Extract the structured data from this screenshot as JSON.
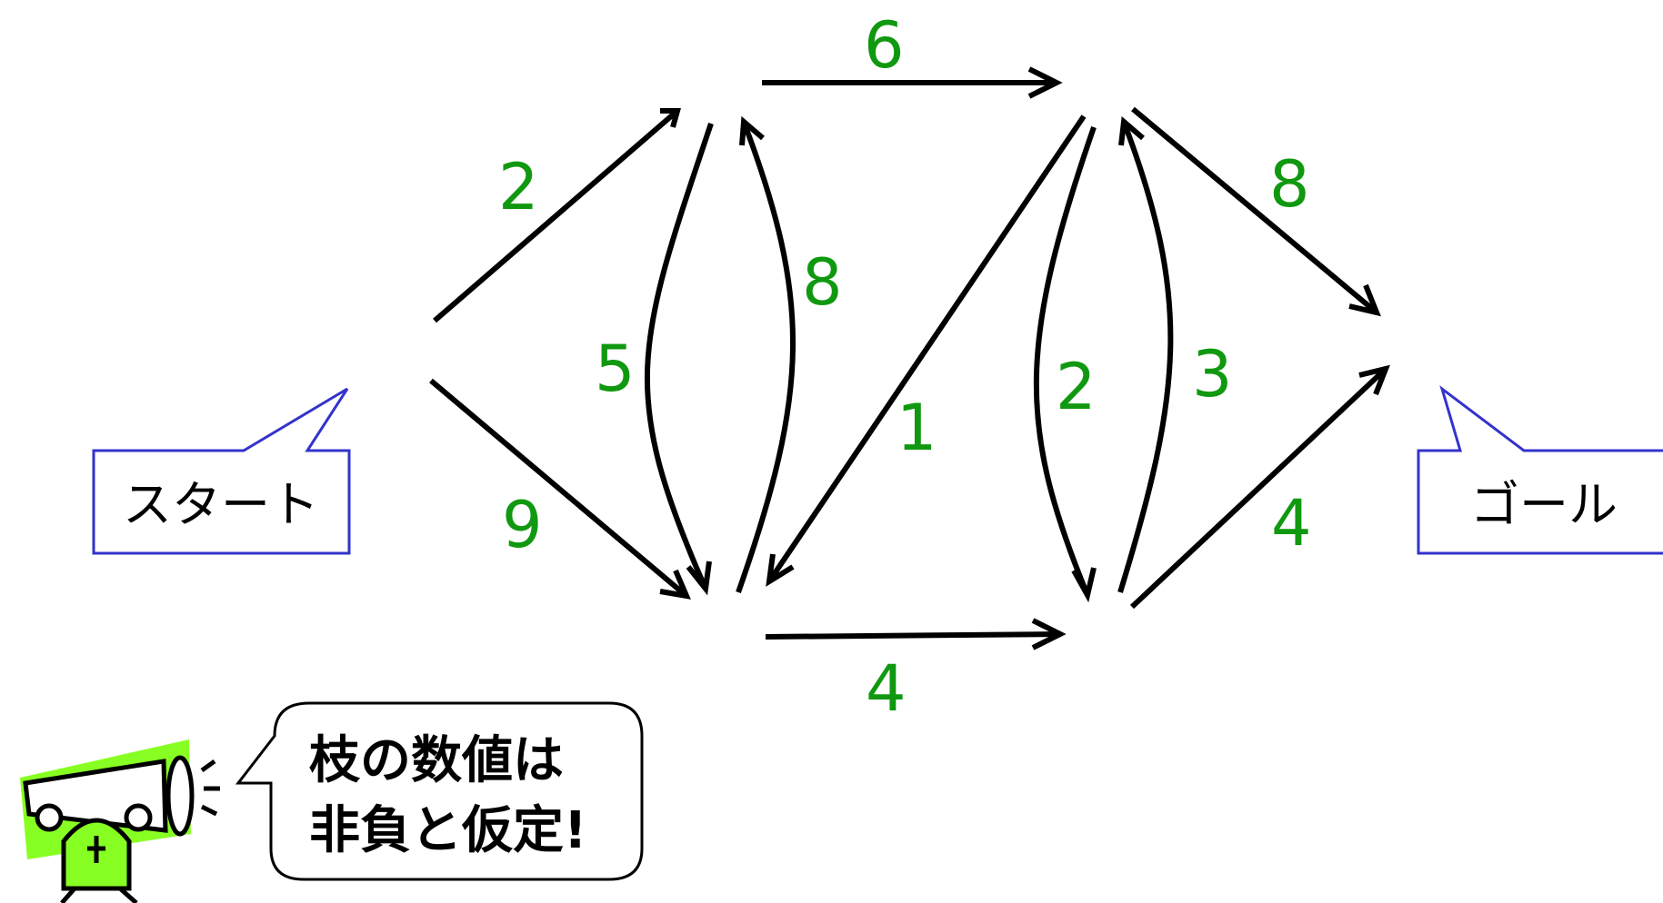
{
  "labels": {
    "start": "スタート",
    "goal": "ゴール"
  },
  "note": {
    "line1": "枝の数値は",
    "line2": "非負と仮定!"
  },
  "edges": [
    {
      "from": "start",
      "to": "A",
      "weight": "2"
    },
    {
      "from": "start",
      "to": "B",
      "weight": "9"
    },
    {
      "from": "A",
      "to": "C",
      "weight": "6"
    },
    {
      "from": "A",
      "to": "B",
      "weight": "5"
    },
    {
      "from": "B",
      "to": "A",
      "weight": "8"
    },
    {
      "from": "C",
      "to": "B",
      "weight": "1"
    },
    {
      "from": "B",
      "to": "D",
      "weight": "4"
    },
    {
      "from": "C",
      "to": "D",
      "weight": "2"
    },
    {
      "from": "D",
      "to": "C",
      "weight": "3"
    },
    {
      "from": "C",
      "to": "goal",
      "weight": "8"
    },
    {
      "from": "D",
      "to": "goal",
      "weight": "4"
    }
  ],
  "colors": {
    "weight": "#109910",
    "callout_border": "#3333cc",
    "mascot": "#88ff22"
  }
}
